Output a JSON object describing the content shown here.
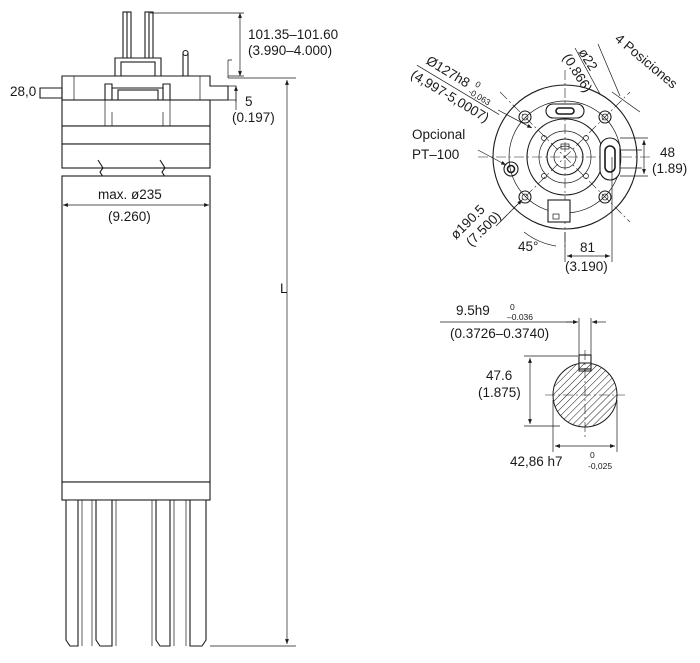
{
  "side_view": {
    "shaft_height_range": "101.35–101.60",
    "shaft_height_range_in": "(3.990–4.000)",
    "flange_thickness": "28,0",
    "shaft_step": "5",
    "shaft_step_in": "(0.197)",
    "max_diameter": "max. ø235",
    "max_diameter_in": "(9.260)",
    "length": "L"
  },
  "top_view": {
    "pilot_diameter": "Ø127h8",
    "pilot_tol_upper": "0",
    "pilot_tol_lower": "-0,063",
    "pilot_diameter_in": "(4,997-5,0007)",
    "hole_diameter": "ø22",
    "hole_diameter_in": "(0.866)",
    "positions": "4 Posiciones",
    "option_label": "Opcional",
    "option_sensor": "PT–100",
    "offset_48": "48",
    "offset_48_in": "(1.89)",
    "bolt_circle": "ø190.5",
    "bolt_circle_in": "(7.500)",
    "angle": "45°",
    "offset_81": "81",
    "offset_81_in": "(3.190)"
  },
  "shaft_section": {
    "key_width": "9.5h9",
    "key_tol_upper": "0",
    "key_tol_lower": "–0.036",
    "key_width_in": "(0.3726–0.3740)",
    "key_height": "47.6",
    "key_height_in": "(1.875)",
    "shaft_diameter": "42,86 h7",
    "shaft_tol_upper": "0",
    "shaft_tol_lower": "-0,025"
  }
}
